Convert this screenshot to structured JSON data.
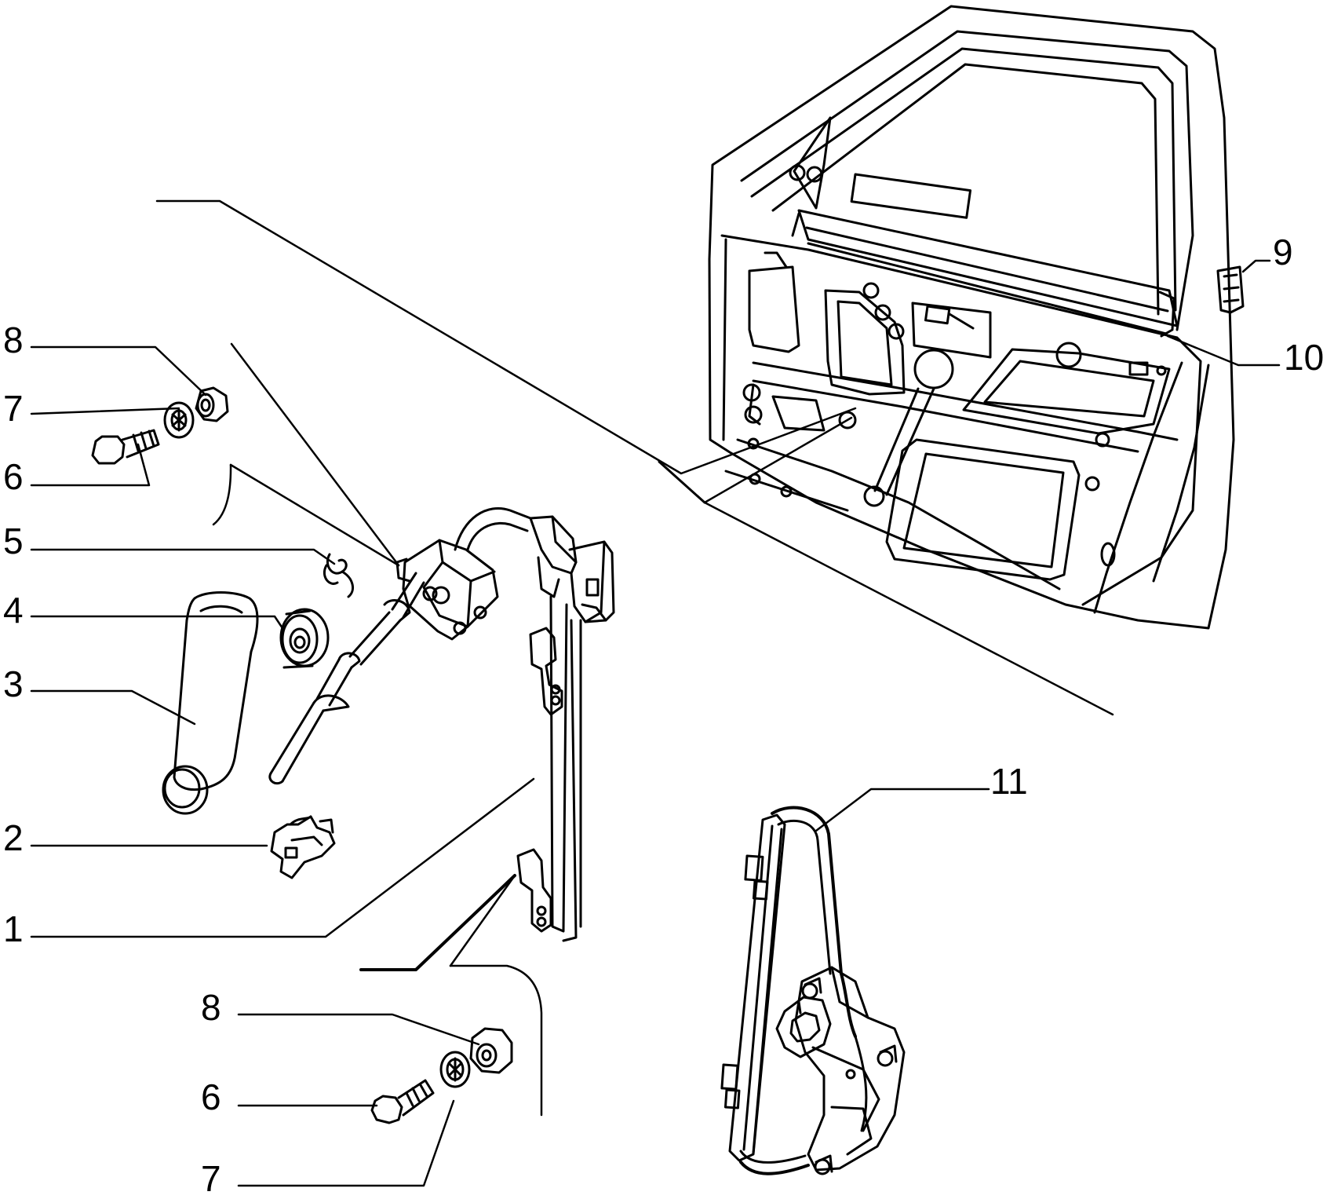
{
  "callouts": {
    "c1": "1",
    "c2": "2",
    "c3": "3",
    "c4": "4",
    "c5": "5",
    "c6_top": "6",
    "c7_top": "7",
    "c8_top": "8",
    "c6_bottom": "6",
    "c7_bottom": "7",
    "c8_bottom": "8",
    "c9": "9",
    "c10": "10",
    "c11": "11"
  },
  "colors": {
    "ink": "#000000",
    "paper": "#ffffff"
  }
}
